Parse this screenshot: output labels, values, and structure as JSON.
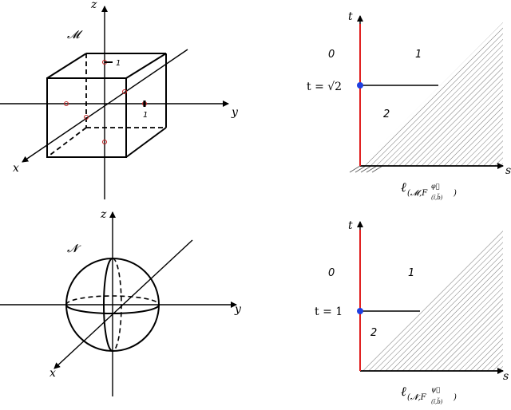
{
  "panels": {
    "cube": {
      "manifold_label": "𝓜",
      "axis_x": "x",
      "axis_y": "y",
      "axis_z": "z",
      "mark_top": "1",
      "mark_right": "1"
    },
    "sphere": {
      "manifold_label": "𝓝",
      "axis_x": "x",
      "axis_y": "y",
      "axis_z": "z"
    },
    "diagram_top": {
      "axis_t": "t",
      "axis_s": "s",
      "region_0": "0",
      "region_1": "1",
      "region_2": "2",
      "threshold_label": "t = √2",
      "caption_main": "ℓ",
      "caption_sub": "(𝓜,F",
      "caption_sup": "φ⃗",
      "caption_subsub": "(ĩ,b̃)",
      "caption_close": ")"
    },
    "diagram_bottom": {
      "axis_t": "t",
      "axis_s": "s",
      "region_0": "0",
      "region_1": "1",
      "region_2": "2",
      "threshold_label": "t = 1",
      "caption_main": "ℓ",
      "caption_sub": "(𝓝,F",
      "caption_sup": "ψ⃗",
      "caption_subsub": "(ĩ,b̃)",
      "caption_close": ")"
    }
  },
  "colors": {
    "axis": "#000000",
    "vertical_axis_red": "#e02020",
    "threshold_dot": "#1f3fe0",
    "cube_marks": "#c02020",
    "hatch": "#555555"
  }
}
